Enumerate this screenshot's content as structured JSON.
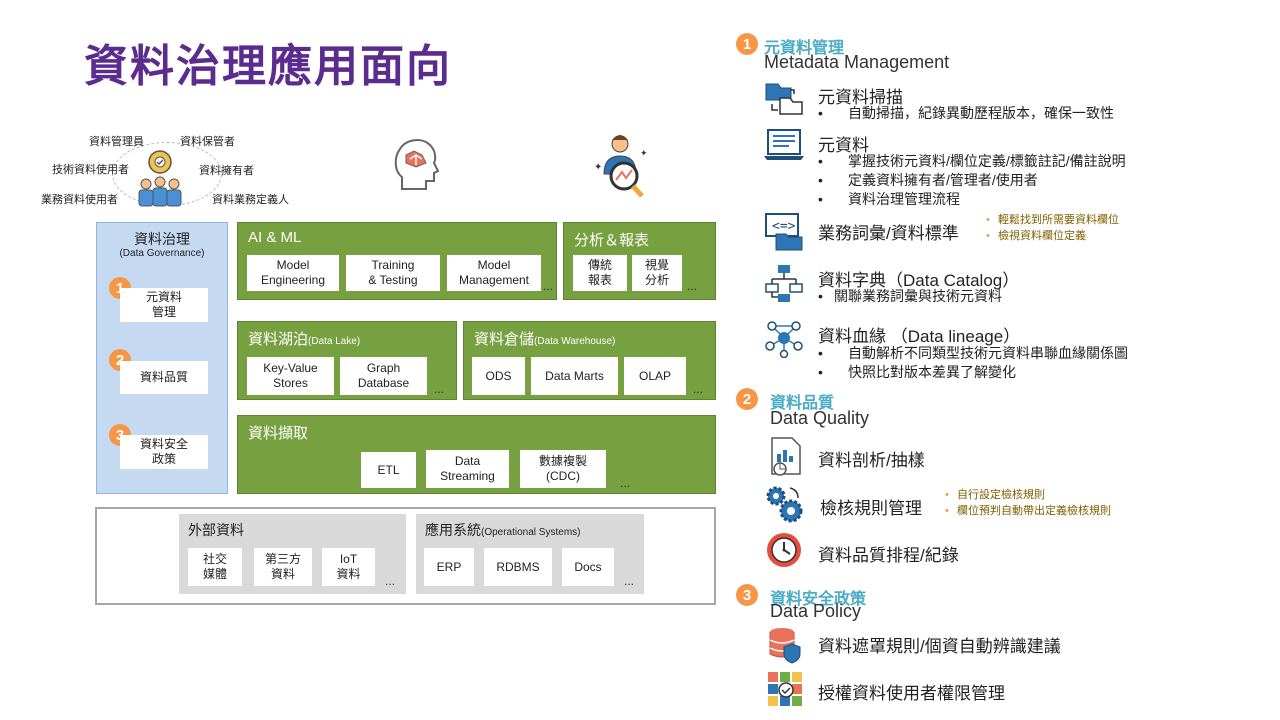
{
  "title": "資料治理應用面向",
  "roles": [
    "資料管理員",
    "資料保管者",
    "技術資料使用者",
    "資料擁有者",
    "業務資料使用者",
    "資料業務定義人"
  ],
  "governance": {
    "title": "資料治理",
    "subtitle": "(Data Governance)",
    "items": [
      {
        "num": "1",
        "label": "元資料\n管理"
      },
      {
        "num": "2",
        "label": "資料品質"
      },
      {
        "num": "3",
        "label": "資料安全\n政策"
      }
    ]
  },
  "ai_ml": {
    "title": "AI & ML",
    "boxes": [
      "Model\nEngineering",
      "Training\n& Testing",
      "Model\nManagement"
    ],
    "more": "..."
  },
  "analysis": {
    "title": "分析＆報表",
    "boxes": [
      "傳統\n報表",
      "視覺\n分析"
    ],
    "more": "..."
  },
  "data_lake": {
    "title": "資料湖泊",
    "title_en": "(Data Lake)",
    "boxes": [
      "Key-Value\nStores",
      "Graph\nDatabase"
    ],
    "more": "..."
  },
  "warehouse": {
    "title": "資料倉儲",
    "title_en": "(Data Warehouse)",
    "boxes": [
      "ODS",
      "Data Marts",
      "OLAP"
    ],
    "more": "..."
  },
  "ingest": {
    "title": "資料擷取",
    "boxes": [
      "ETL",
      "Data\nStreaming",
      "數據複製\n(CDC)"
    ],
    "more": "..."
  },
  "external": {
    "title": "外部資料",
    "boxes": [
      "社交\n媒體",
      "第三方\n資料",
      "IoT\n資料"
    ],
    "more": "..."
  },
  "opsys": {
    "title": "應用系統",
    "title_en": "(Operational Systems)",
    "boxes": [
      "ERP",
      "RDBMS",
      "Docs"
    ],
    "more": "..."
  },
  "right": {
    "sec1": {
      "num": "1",
      "title": "元資料管理",
      "subtitle": "Metadata Management",
      "items": [
        {
          "icon": "folder-sync-icon",
          "title": "元資料掃描",
          "bullets": [
            "自動掃描，紀錄異動歷程版本，確保一致性"
          ]
        },
        {
          "icon": "laptop-document-icon",
          "title": "元資料",
          "bullets": [
            "掌握技術元資料/欄位定義/標籤註記/備註說明",
            "定義資料擁有者/管理者/使用者",
            "資料治理管理流程"
          ]
        },
        {
          "icon": "folder-code-icon",
          "title": "業務詞彙/資料標準",
          "notes": [
            "輕鬆找到所需要資料欄位",
            "檢視資料欄位定義"
          ]
        },
        {
          "icon": "hierarchy-icon",
          "title": "資料字典（Data Catalog）",
          "bullets": [
            "關聯業務詞彙與技術元資料"
          ]
        },
        {
          "icon": "network-icon",
          "title": "資料血緣 （Data lineage）",
          "bullets": [
            "自動解析不同類型技術元資料串聯血緣關係圖",
            "快照比對版本差異了解變化"
          ]
        }
      ]
    },
    "sec2": {
      "num": "2",
      "title": "資料品質",
      "subtitle": "Data Quality",
      "items": [
        {
          "icon": "report-icon",
          "title": "資料剖析/抽樣"
        },
        {
          "icon": "gears-icon",
          "title": "檢核規則管理",
          "notes": [
            "自行設定檢核規則",
            "欄位預判自動帶出定義檢核規則"
          ]
        },
        {
          "icon": "clock-icon",
          "title": "資料品質排程/紀錄"
        }
      ]
    },
    "sec3": {
      "num": "3",
      "title": "資料安全政策",
      "subtitle": "Data Policy",
      "items": [
        {
          "icon": "database-shield-icon",
          "title": "資料遮罩規則/個資自動辨識建議"
        },
        {
          "icon": "user-permission-icon",
          "title": "授權資料使用者權限管理"
        }
      ]
    }
  },
  "colors": {
    "title": "#5b2c8e",
    "green": "#77a040",
    "blue": "#c5d9f1",
    "orange": "#f79646",
    "teal": "#4bacc6"
  }
}
